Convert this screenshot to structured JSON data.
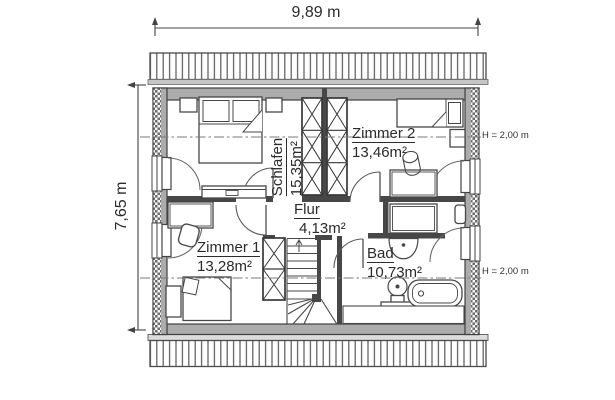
{
  "plan": {
    "dimension_width": "9,89 m",
    "dimension_height": "7,65 m",
    "height_note_upper": "H = 2,00 m",
    "height_note_lower": "H = 2,00 m",
    "rooms": {
      "schlafen": {
        "name": "Schlafen",
        "area": "15,35m²"
      },
      "zimmer2": {
        "name": "Zimmer 2",
        "area": "13,46m²"
      },
      "zimmer1": {
        "name": "Zimmer 1",
        "area": "13,28m²"
      },
      "flur": {
        "name": "Flur",
        "area": "4,13m²"
      },
      "bad": {
        "name": "Bad",
        "area": "10,73m²"
      }
    },
    "colors": {
      "wall_fill": "#acacac",
      "interior_wall": "#474747",
      "line": "#3f3f3f",
      "dash_line": "#7a7a7a",
      "background": "#ffffff"
    }
  }
}
